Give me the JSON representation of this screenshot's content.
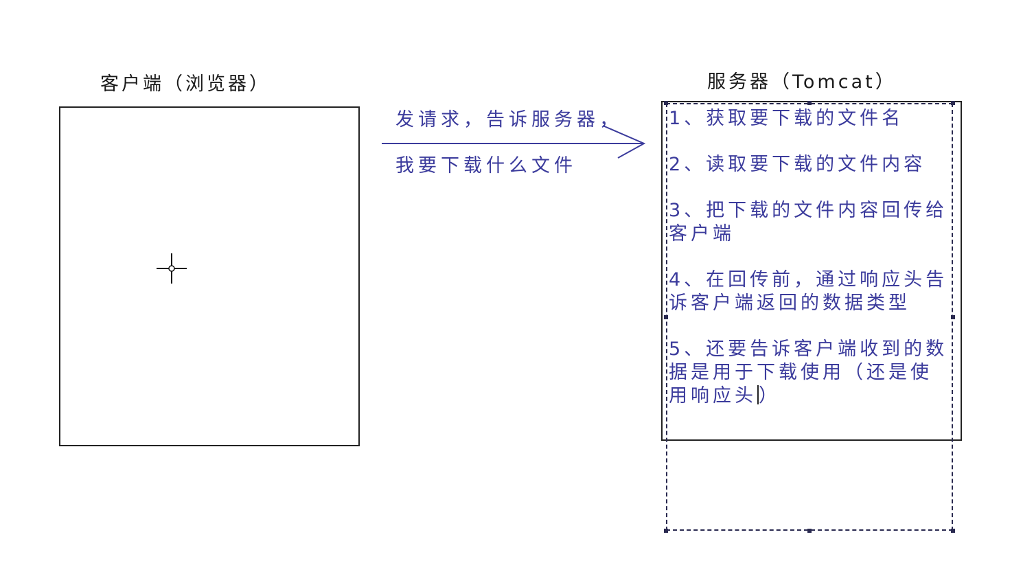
{
  "client": {
    "title": "客户端（浏览器）"
  },
  "server": {
    "title": "服务器（Tomcat）",
    "steps": [
      "1、获取要下载的文件名",
      "2、读取要下载的文件内容",
      "3、把下载的文件内容回传给客户端",
      "4、在回传前，通过响应头告诉客户端返回的数据类型",
      "5、还要告诉客户端收到的数据是用于下载使用（还是使用响应头"
    ],
    "step5_tail": "）"
  },
  "request": {
    "line1": "发请求，告诉服务器，",
    "line2": "我要下载什么文件"
  },
  "colors": {
    "text_blue": "#3b3b9c",
    "outline": "#222222",
    "selection": "#2a2a50"
  }
}
